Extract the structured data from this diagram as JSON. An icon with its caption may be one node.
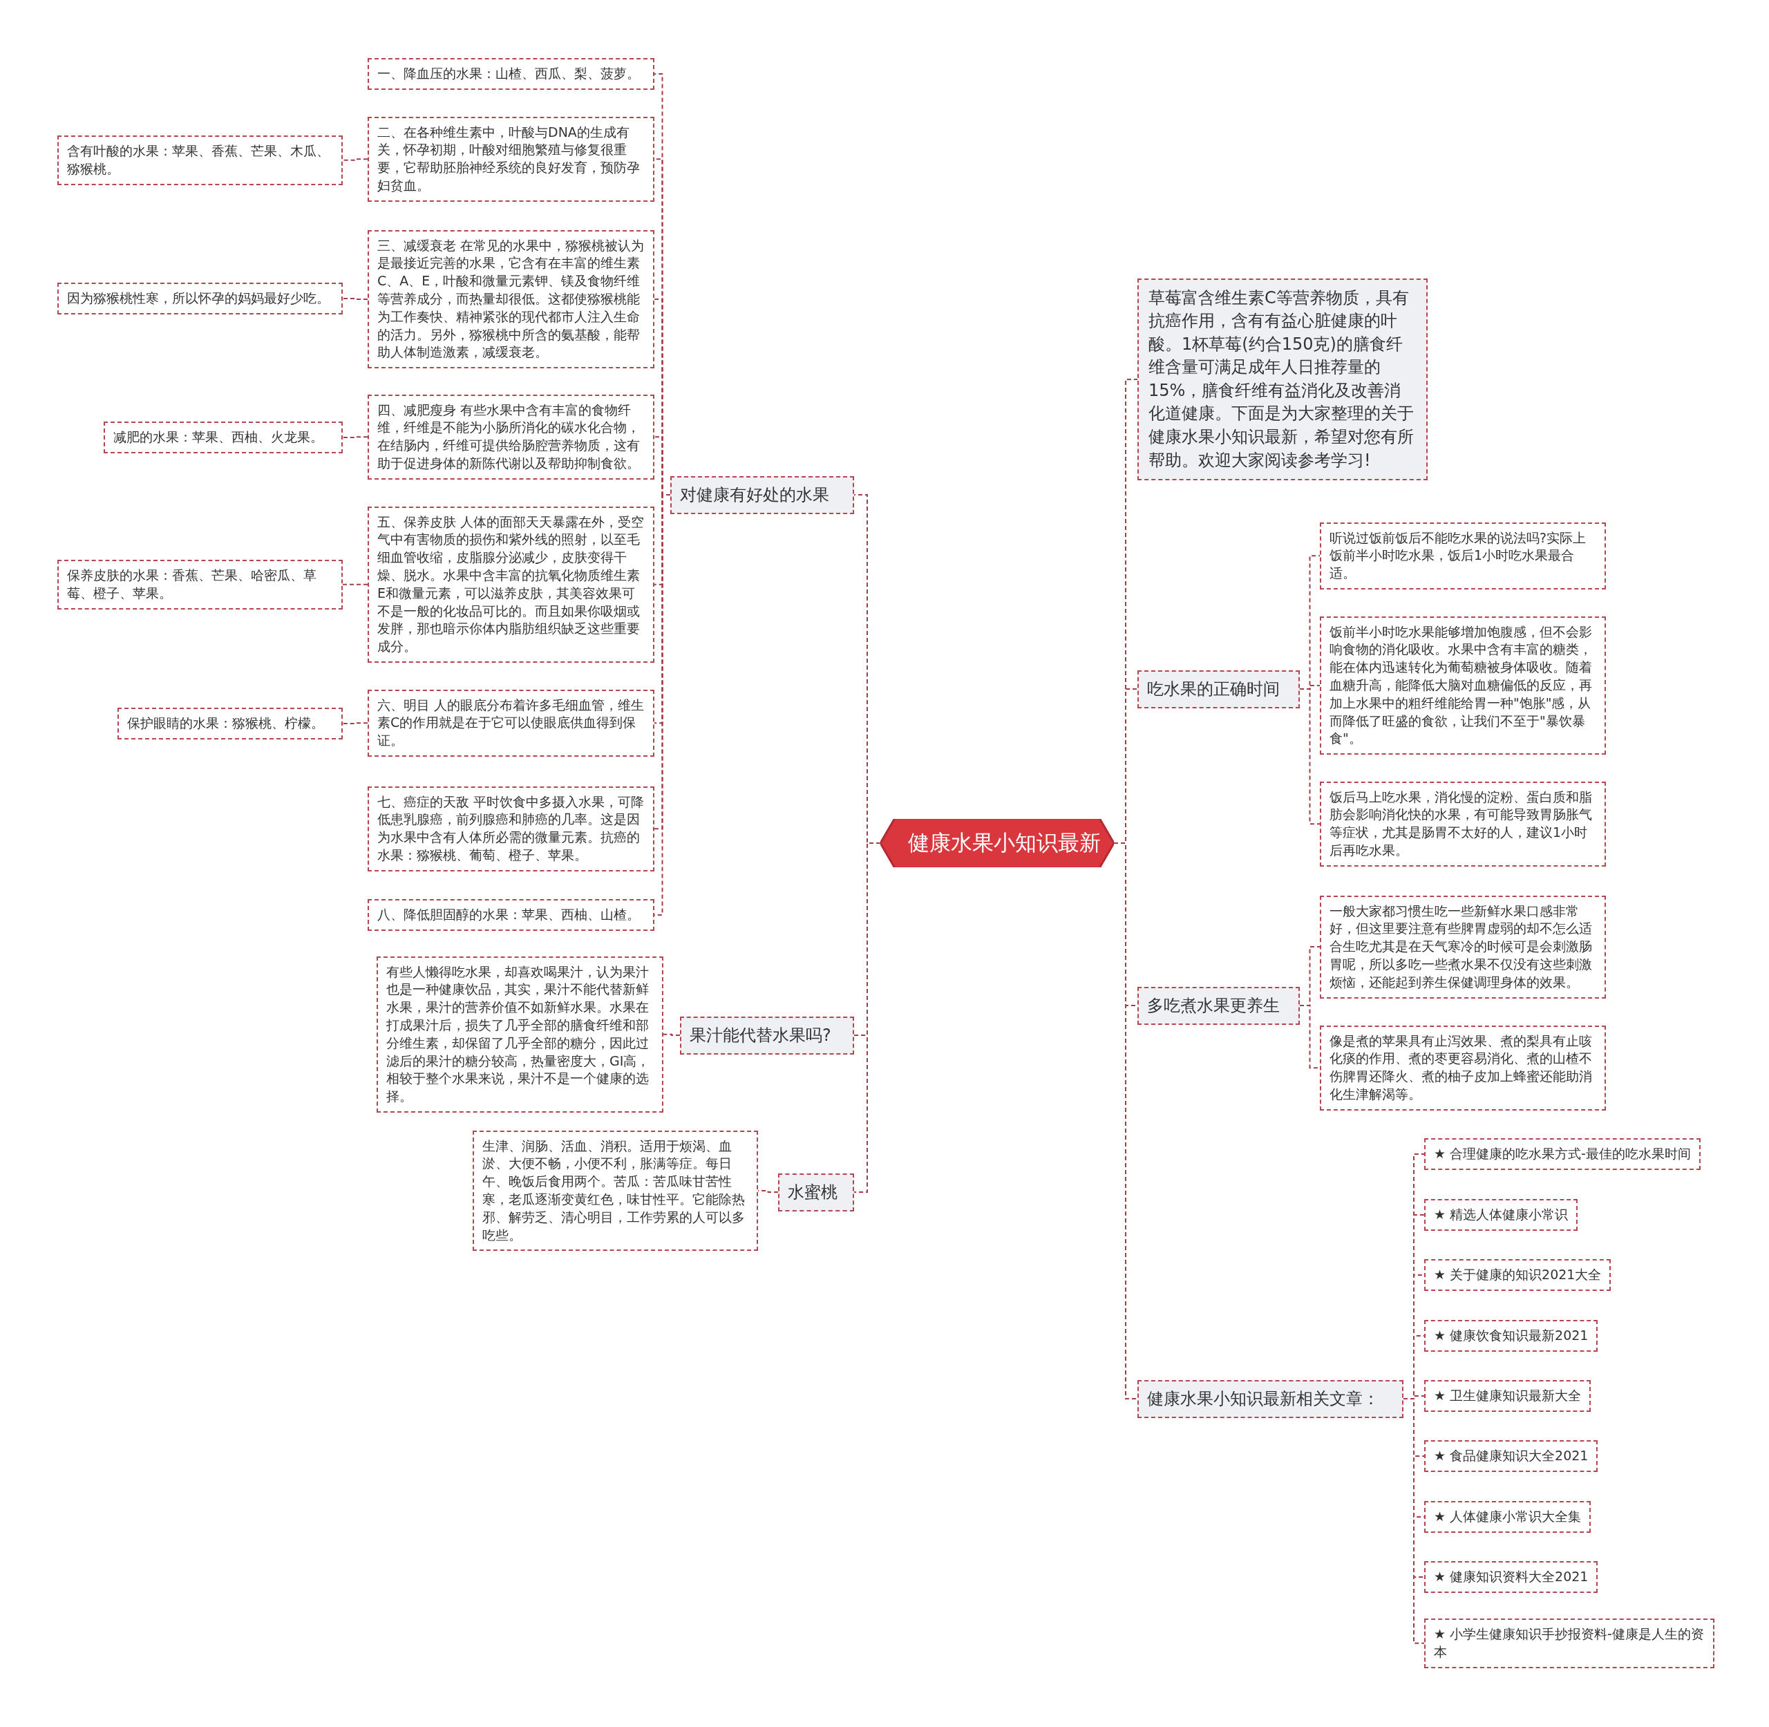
{
  "diagram": {
    "nodes": [
      {
        "text": [
          "健康水果小知识最新"
        ]
      },
      {
        "text": [
          "对健康有好处的水果"
        ]
      },
      {
        "text": [
          "一、降血压的水果：山楂、西瓜、梨、菠萝。"
        ]
      },
      {
        "text": [
          "二、在各种维生素中，叶酸与DNA的生成有关，怀孕初期，叶酸对细胞繁殖与修复很重要，它帮助胚胎神经系统的良好发育，预防孕妇贫血。"
        ]
      },
      {
        "text": [
          "含有叶酸的水果：苹果、香蕉、芒果、木瓜、猕猴桃。"
        ]
      },
      {
        "text": [
          "三、减缓衰老 在常见的水果中，猕猴桃被认为是最接近完善的水果，它含有在丰富的维生素C、A、E，叶酸和微量元素钾、镁及食物纤维等营养成分，而热量却很低。这都使猕猴桃能为工作奏快、精神紧张的现代都市人注入生命的活力。另外，猕猴桃中所含的氨基酸，能帮助人体制造激素，减缓衰老。"
        ]
      },
      {
        "text": [
          "因为猕猴桃性寒，所以怀孕的妈妈最好少吃。"
        ]
      },
      {
        "text": [
          "四、减肥瘦身 有些水果中含有丰富的食物纤维，纤维是不能为小肠所消化的碳水化合物，在结肠内，纤维可提供给肠腔营养物质，这有助于促进身体的新陈代谢以及帮助抑制食欲。"
        ]
      },
      {
        "text": [
          "减肥的水果：苹果、西柚、火龙果。"
        ]
      },
      {
        "text": [
          "五、保养皮肤 人体的面部天天暴露在外，受空气中有害物质的损伤和紫外线的照射，以至毛细血管收缩，皮脂腺分泌减少，皮肤变得干燥、脱水。水果中含丰富的抗氧化物质维生素E和微量元素，可以滋养皮肤，其美容效果可不是一般的化妆品可比的。而且如果你吸烟或发胖，那也暗示你体内脂肪组织缺乏这些重要成分。"
        ]
      },
      {
        "text": [
          "保养皮肤的水果：香蕉、芒果、哈密瓜、草莓、橙子、苹果。"
        ]
      },
      {
        "text": [
          "六、明目 人的眼底分布着许多毛细血管，维生素C的作用就是在于它可以使眼底供血得到保证。"
        ]
      },
      {
        "text": [
          "保护眼睛的水果：猕猴桃、柠檬。"
        ]
      },
      {
        "text": [
          "七、癌症的天敌 平时饮食中多摄入水果，可降低患乳腺癌，前列腺癌和肺癌的几率。这是因为水果中含有人体所必需的微量元素。抗癌的水果：猕猴桃、葡萄、橙子、苹果。"
        ]
      },
      {
        "text": [
          "八、降低胆固醇的水果：苹果、西柚、山楂。"
        ]
      },
      {
        "text": [
          "果汁能代替水果吗?"
        ]
      },
      {
        "text": [
          "有些人懒得吃水果，却喜欢喝果汁，认为果汁也是一种健康饮品，其实，果汁不能代替新鲜水果，果汁的营养价值不如新鲜水果。水果在打成果汁后，损失了几乎全部的膳食纤维和部分维生素，却保留了几乎全部的糖分，因此过滤后的果汁的糖分较高，热量密度大，GI高，相较于整个水果来说，果汁不是一个健康的选择。"
        ]
      },
      {
        "text": [
          "水蜜桃"
        ]
      },
      {
        "text": [
          "生津、润肠、活血、消积。适用于烦渴、血淤、大便不畅，小便不利，胀满等症。每日午、晚饭后食用两个。苦瓜：苦瓜味甘苦性寒，老瓜逐渐变黄红色，味甘性平。它能除热邪、解劳乏、清心明目，工作劳累的人可以多吃些。"
        ]
      },
      {
        "text": [
          "草莓富含维生素C等营养物质，具有抗癌作用，含有有益心脏健康的叶酸。1杯草莓(约合150克)的膳食纤维含量可满足成年人日推荐量的15%，膳食纤维有益消化及改善消化道健康。下面是为大家整理的关于健康水果小知识最新，希望对您有所帮助。欢迎大家阅读参考学习!"
        ]
      },
      {
        "text": [
          "吃水果的正确时间"
        ]
      },
      {
        "text": [
          "听说过饭前饭后不能吃水果的说法吗?实际上饭前半小时吃水果，饭后1小时吃水果最合适。"
        ]
      },
      {
        "text": [
          "饭前半小时吃水果能够增加饱腹感，但不会影响食物的消化吸收。水果中含有丰富的糖类，能在体内迅速转化为葡萄糖被身体吸收。随着血糖升高，能降低大脑对血糖偏低的反应，再加上水果中的粗纤维能给胃一种\"饱胀\"感，从而降低了旺盛的食欲，让我们不至于\"暴饮暴食\"。"
        ]
      },
      {
        "text": [
          "饭后马上吃水果，消化慢的淀粉、蛋白质和脂肪会影响消化快的水果，有可能导致胃肠胀气等症状，尤其是肠胃不太好的人，建议1小时后再吃水果。"
        ]
      },
      {
        "text": [
          "多吃煮水果更养生"
        ]
      },
      {
        "text": [
          "一般大家都习惯生吃一些新鲜水果口感非常好，但这里要注意有些脾胃虚弱的却不怎么适合生吃尤其是在天气寒冷的时候可是会刺激肠胃呢，所以多吃一些煮水果不仅没有这些刺激烦恼，还能起到养生保健调理身体的效果。"
        ]
      },
      {
        "text": [
          "像是煮的苹果具有止泻效果、煮的梨具有止咳化痰的作用、煮的枣更容易消化、煮的山楂不伤脾胃还降火、煮的柚子皮加上蜂蜜还能助消化生津解渴等。"
        ]
      },
      {
        "text": [
          "健康水果小知识最新相关文章："
        ]
      },
      {
        "text": [
          "★ 合理健康的吃水果方式-最佳的吃水果时间"
        ]
      },
      {
        "text": [
          "★ 精选人体健康小常识"
        ]
      },
      {
        "text": [
          "★ 关于健康的知识2021大全"
        ]
      },
      {
        "text": [
          "★ 健康饮食知识最新2021"
        ]
      },
      {
        "text": [
          "★ 卫生健康知识最新大全"
        ]
      },
      {
        "text": [
          "★ 食品健康知识大全2021"
        ]
      },
      {
        "text": [
          "★ 人体健康小常识大全集"
        ]
      },
      {
        "text": [
          "★ 健康知识资料大全2021"
        ]
      },
      {
        "text": [
          "★ 小学生健康知识手抄报资料-健康是人生的资本"
        ]
      }
    ],
    "edges": [
      {
        "from": 0,
        "to": 1,
        "arrow": "none"
      },
      {
        "from": 1,
        "to": 2,
        "arrow": "none"
      },
      {
        "from": 1,
        "to": 3,
        "arrow": "none"
      },
      {
        "from": 3,
        "to": 4,
        "arrow": "none"
      },
      {
        "from": 1,
        "to": 5,
        "arrow": "none"
      },
      {
        "from": 5,
        "to": 6,
        "arrow": "none"
      },
      {
        "from": 1,
        "to": 7,
        "arrow": "none"
      },
      {
        "from": 7,
        "to": 8,
        "arrow": "none"
      },
      {
        "from": 1,
        "to": 9,
        "arrow": "none"
      },
      {
        "from": 9,
        "to": 10,
        "arrow": "none"
      },
      {
        "from": 1,
        "to": 11,
        "arrow": "none"
      },
      {
        "from": 11,
        "to": 12,
        "arrow": "none"
      },
      {
        "from": 1,
        "to": 13,
        "arrow": "none"
      },
      {
        "from": 1,
        "to": 14,
        "arrow": "none"
      },
      {
        "from": 0,
        "to": 15,
        "arrow": "none"
      },
      {
        "from": 15,
        "to": 16,
        "arrow": "none"
      },
      {
        "from": 0,
        "to": 17,
        "arrow": "none"
      },
      {
        "from": 17,
        "to": 18,
        "arrow": "none"
      },
      {
        "from": 0,
        "to": 19,
        "arrow": "none"
      },
      {
        "from": 0,
        "to": 20,
        "arrow": "none"
      },
      {
        "from": 20,
        "to": 21,
        "arrow": "none"
      },
      {
        "from": 20,
        "to": 22,
        "arrow": "none"
      },
      {
        "from": 20,
        "to": 23,
        "arrow": "none"
      },
      {
        "from": 0,
        "to": 24,
        "arrow": "none"
      },
      {
        "from": 24,
        "to": 25,
        "arrow": "none"
      },
      {
        "from": 24,
        "to": 26,
        "arrow": "none"
      },
      {
        "from": 0,
        "to": 27,
        "arrow": "none"
      },
      {
        "from": 27,
        "to": 28,
        "arrow": "none"
      },
      {
        "from": 27,
        "to": 29,
        "arrow": "none"
      },
      {
        "from": 27,
        "to": 30,
        "arrow": "none"
      },
      {
        "from": 27,
        "to": 31,
        "arrow": "none"
      },
      {
        "from": 27,
        "to": 32,
        "arrow": "none"
      },
      {
        "from": 27,
        "to": 33,
        "arrow": "none"
      },
      {
        "from": 27,
        "to": 34,
        "arrow": "none"
      },
      {
        "from": 27,
        "to": 35,
        "arrow": "none"
      },
      {
        "from": 27,
        "to": 36,
        "arrow": "none"
      }
    ]
  }
}
